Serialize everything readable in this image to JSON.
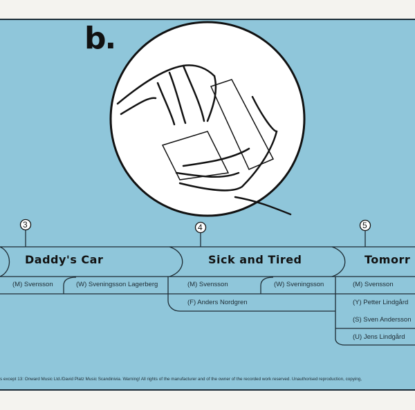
{
  "side_label": "b.",
  "tracks": [
    {
      "number": "3",
      "title": "Daddy's Car",
      "credits": [
        "(M) Svensson",
        "(W) Sveningsson Lagerberg"
      ]
    },
    {
      "number": "4",
      "title": "Sick and Tired",
      "credits": [
        "(M) Svensson",
        "(W) Sveningsson",
        "(F) Anders Nordgren"
      ]
    },
    {
      "number": "5",
      "title": "Tomorr",
      "credits": [
        "(M) Svensson",
        "(Y) Petter Lindgård",
        "(S) Sven Andersson",
        "(U) Jens Lindgård"
      ]
    }
  ],
  "footer": "s  except 13: Onward Music Ltd./David Platz Music Scandinivia.    Warning! All rights of the manufacturer and of the owner of the recorded work reserved. Unauthorised reproduction, copying,"
}
